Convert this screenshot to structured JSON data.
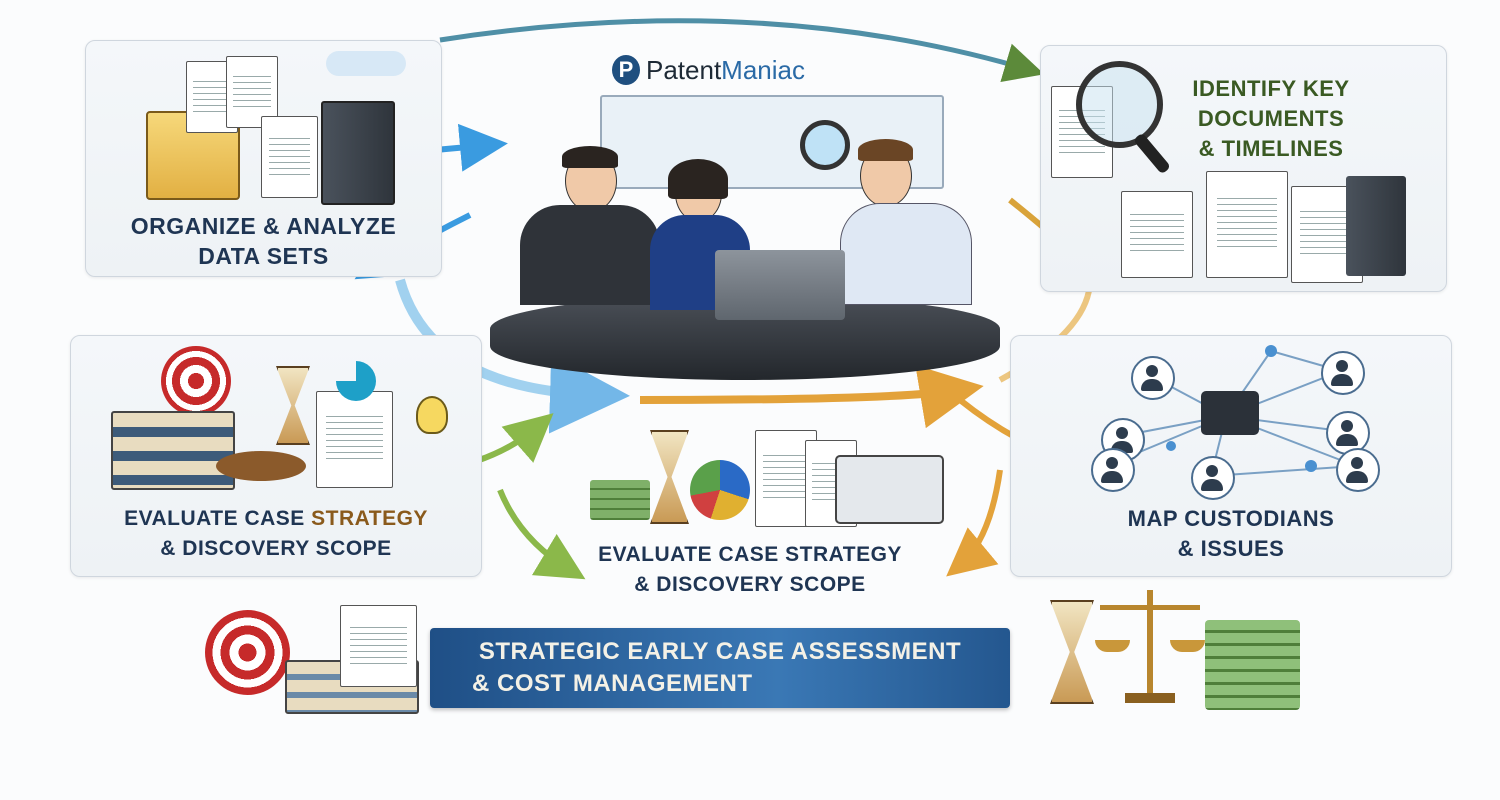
{
  "brand": {
    "name_part1": "Patent",
    "name_part2": "Maniac",
    "logo_letter": "P"
  },
  "steps": {
    "organize": {
      "line1": "ORGANIZE & ANALYZE",
      "line2": "DATA SETS"
    },
    "identify": {
      "line1": "IDENTIFY KEY",
      "line2": "DOCUMENTS",
      "line3": "& TIMELINES"
    },
    "evaluate_left": {
      "line1a": "EVALUATE CASE ",
      "line1b": "STRATEGY",
      "line2": "& DISCOVERY SCOPE"
    },
    "map": {
      "line1": "MAP CUSTODIANS",
      "line2": "& ISSUES"
    },
    "evaluate_center": {
      "line1": "EVALUATE CASE STRATEGY",
      "line2": "& DISCOVERY SCOPE"
    }
  },
  "banner": {
    "line1": "STRATEGIC EARLY CASE ASSESSMENT",
    "line2": "& COST MANAGEMENT"
  },
  "colors": {
    "navy": "#1f3553",
    "blue_arrow": "#3a9be0",
    "green_arrow": "#8bb84a",
    "orange_arrow": "#e3a23a",
    "banner": "#2a5d93"
  }
}
